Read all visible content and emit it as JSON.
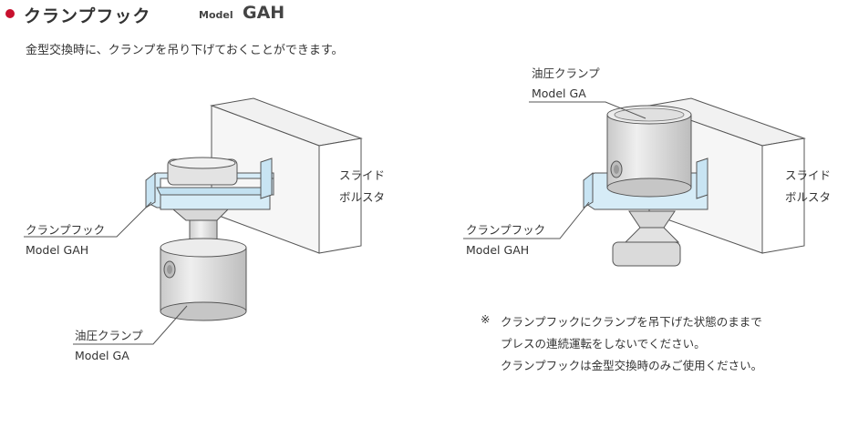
{
  "header": {
    "title": "クランプフック",
    "model_label": "Model",
    "model_value": "GAH",
    "bullet_color": "#c8102e"
  },
  "subtitle": "金型交換時に、クランプを吊り下げておくことができます。",
  "left_figure": {
    "hook_label": "クランプフック",
    "hook_model": "Model GAH",
    "slide_label_1": "スライド",
    "slide_label_2": "ボルスタ",
    "clamp_label": "油圧クランプ",
    "clamp_model": "Model GA"
  },
  "right_figure": {
    "clamp_label": "油圧クランプ",
    "clamp_model": "Model GA",
    "slide_label_1": "スライド",
    "slide_label_2": "ボルスタ",
    "hook_label": "クランプフック",
    "hook_model": "Model GAH"
  },
  "notes": {
    "mark": "※",
    "line1": "クランプフックにクランプを吊下げた状態のままで",
    "line2": "プレスの連続運転をしないでください。",
    "line3": "クランプフックは金型交換時のみご使用ください。"
  },
  "colors": {
    "hook_fill": "#d6ecf7",
    "metal_fill": "#dcdcdc",
    "outline": "#555555"
  }
}
